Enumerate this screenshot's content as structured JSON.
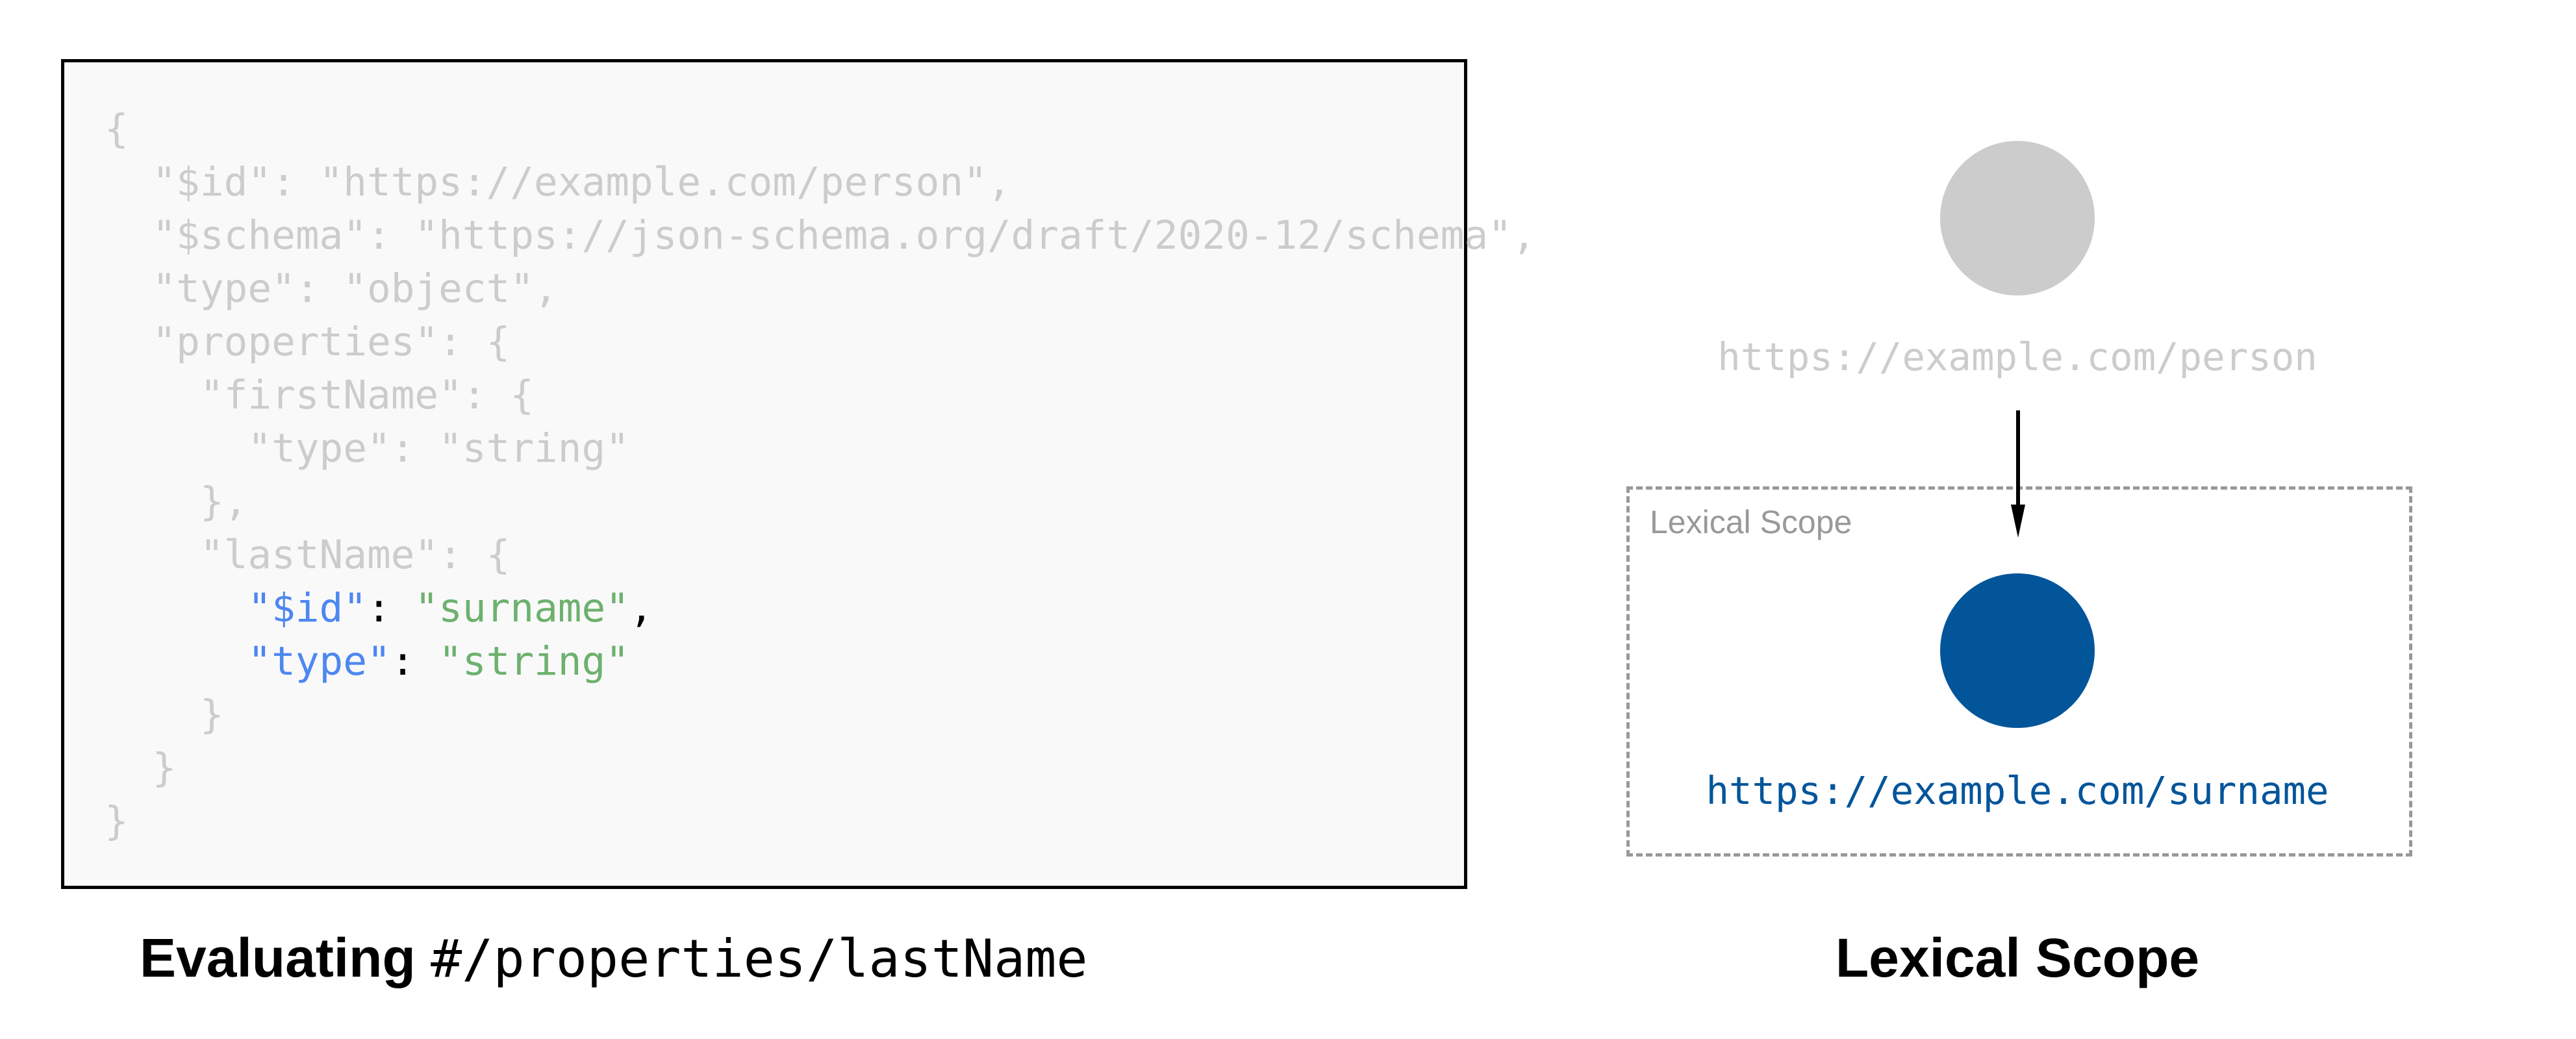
{
  "code": {
    "lines": [
      [
        {
          "t": "{",
          "c": ""
        }
      ],
      [
        {
          "t": "  \"$id\": \"https://example.com/person\",",
          "c": ""
        }
      ],
      [
        {
          "t": "  \"$schema\": \"https://json-schema.org/draft/2020-12/schema\",",
          "c": ""
        }
      ],
      [
        {
          "t": "  \"type\": \"object\",",
          "c": ""
        }
      ],
      [
        {
          "t": "  \"properties\": {",
          "c": ""
        }
      ],
      [
        {
          "t": "    \"firstName\": {",
          "c": ""
        }
      ],
      [
        {
          "t": "      \"type\": \"string\"",
          "c": ""
        }
      ],
      [
        {
          "t": "    },",
          "c": ""
        }
      ],
      [
        {
          "t": "    \"lastName\": {",
          "c": ""
        }
      ],
      [
        {
          "t": "      ",
          "c": ""
        },
        {
          "t": "\"$id\"",
          "c": "k"
        },
        {
          "t": ": ",
          "c": "p"
        },
        {
          "t": "\"surname\"",
          "c": "s"
        },
        {
          "t": ",",
          "c": "p"
        }
      ],
      [
        {
          "t": "      ",
          "c": ""
        },
        {
          "t": "\"type\"",
          "c": "k"
        },
        {
          "t": ": ",
          "c": "p"
        },
        {
          "t": "\"string\"",
          "c": "s"
        }
      ],
      [
        {
          "t": "    }",
          "c": ""
        }
      ],
      [
        {
          "t": "  }",
          "c": ""
        }
      ],
      [
        {
          "t": "}",
          "c": ""
        }
      ]
    ]
  },
  "caption_left": {
    "bold": "Evaluating ",
    "mono": "#/properties/lastName"
  },
  "diagram": {
    "parent_uri": "https://example.com/person",
    "child_uri": "https://example.com/surname",
    "scope_label": "Lexical Scope",
    "colors": {
      "parent": "#cccccc",
      "child": "#03559a",
      "scope_border": "#999999"
    }
  },
  "caption_right": "Lexical Scope"
}
